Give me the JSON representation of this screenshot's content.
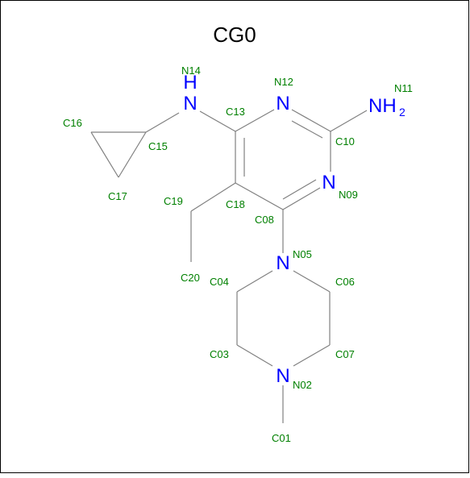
{
  "title": "CG0",
  "colors": {
    "bond": "#808080",
    "nitrogen": "#0000ff",
    "atom_label": "#008000",
    "frame": "#000000"
  },
  "atoms": {
    "N14": "N14",
    "N12": "N12",
    "N11": "N11",
    "C13": "C13",
    "C10": "C10",
    "C16": "C16",
    "C15": "C15",
    "C17": "C17",
    "N09": "N09",
    "C19": "C19",
    "C18": "C18",
    "C08": "C08",
    "N05": "N05",
    "C20": "C20",
    "C04": "C04",
    "C06": "C06",
    "C03": "C03",
    "C07": "C07",
    "N02": "N02",
    "C01": "C01"
  },
  "element_symbols": {
    "N": "N",
    "NH": "NH",
    "H": "H",
    "sub2": "2"
  }
}
